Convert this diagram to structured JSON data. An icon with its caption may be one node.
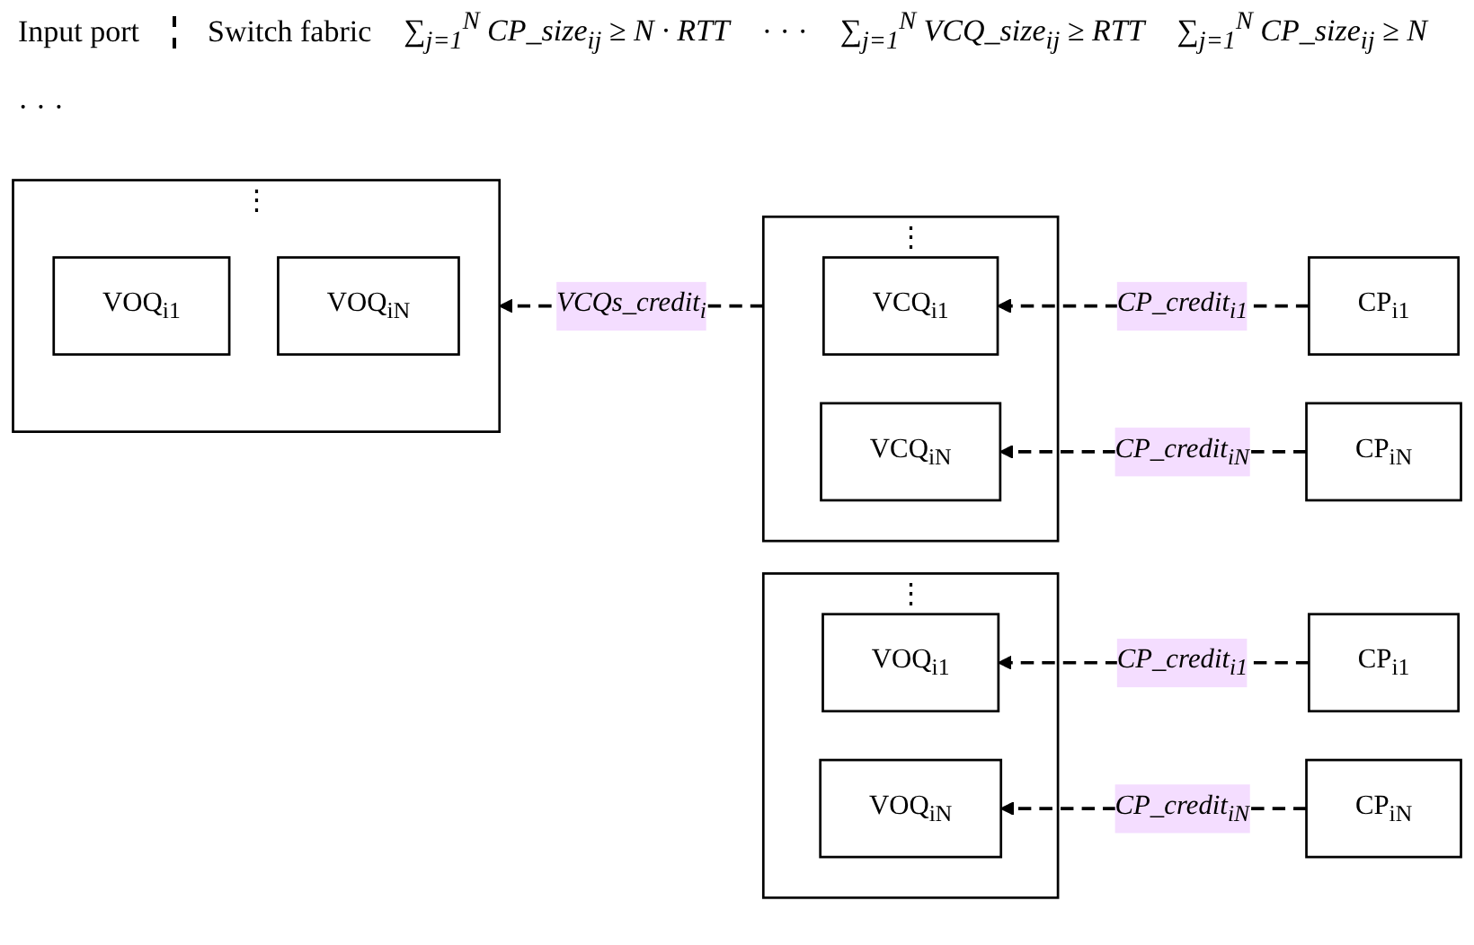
{
  "diagram": {
    "nodes": [
      {
        "text": [
          "⋮"
        ]
      },
      {
        "text": [
          "VOQ$_{i1}$"
        ],
        "in": 0
      },
      {
        "text": [
          "VOQ$_{iN}$"
        ],
        "in": 0
      },
      {
        "text": [
          "CP$_{i1}$"
        ]
      },
      {
        "text": [
          "CP$_{iN}$"
        ]
      },
      {
        "text": [
          "⋮"
        ]
      },
      {
        "text": [
          "VOQ$_{i1}$"
        ],
        "in": 5
      },
      {
        "text": [
          "VOQ$_{iN}$"
        ],
        "in": 5
      },
      {
        "text": [
          "⋮"
        ]
      },
      {
        "text": [
          "VCQ$_{i1}$"
        ],
        "in": 8
      },
      {
        "text": [
          "VCQ$_{iN}$"
        ],
        "in": 8
      },
      {
        "text": [
          "CP$_{i1}$"
        ]
      },
      {
        "text": [
          "CP$_{iN}$"
        ]
      }
    ],
    "edges": [
      {
        "from": 3,
        "to": 1,
        "arrow": "to",
        "label": "CP_credit$_{i1}$",
        "style": "dashed"
      },
      {
        "from": 4,
        "to": 2,
        "arrow": "to",
        "label": "CP_credit$_{iN}$",
        "style": "dashed"
      },
      {
        "from": 8,
        "to": 5,
        "arrow": "to",
        "label": "VCQs_credit$_{i}$",
        "style": "dashed"
      },
      {
        "from": 11,
        "to": 9,
        "arrow": "to",
        "label": "CP_credit$_{i1}$",
        "style": "dashed"
      },
      {
        "from": 12,
        "to": 10,
        "arrow": "to",
        "label": "CP_credit$_{iN}$",
        "style": "dashed"
      }
    ],
    "labels": [
      "Input port",
      "Switch fabric",
      "∑$_{j=1}$$^{N}$ CP_size$_{ij}$ ≥ N · RTT",
      "· · ·",
      "∑$_{j=1}$$^{N}$ VCQ_size$_{ij}$ ≥ RTT",
      "∑$_{j=1}$$^{N}$ CP_size$_{ij}$ ≥ N",
      "· · ·"
    ]
  }
}
